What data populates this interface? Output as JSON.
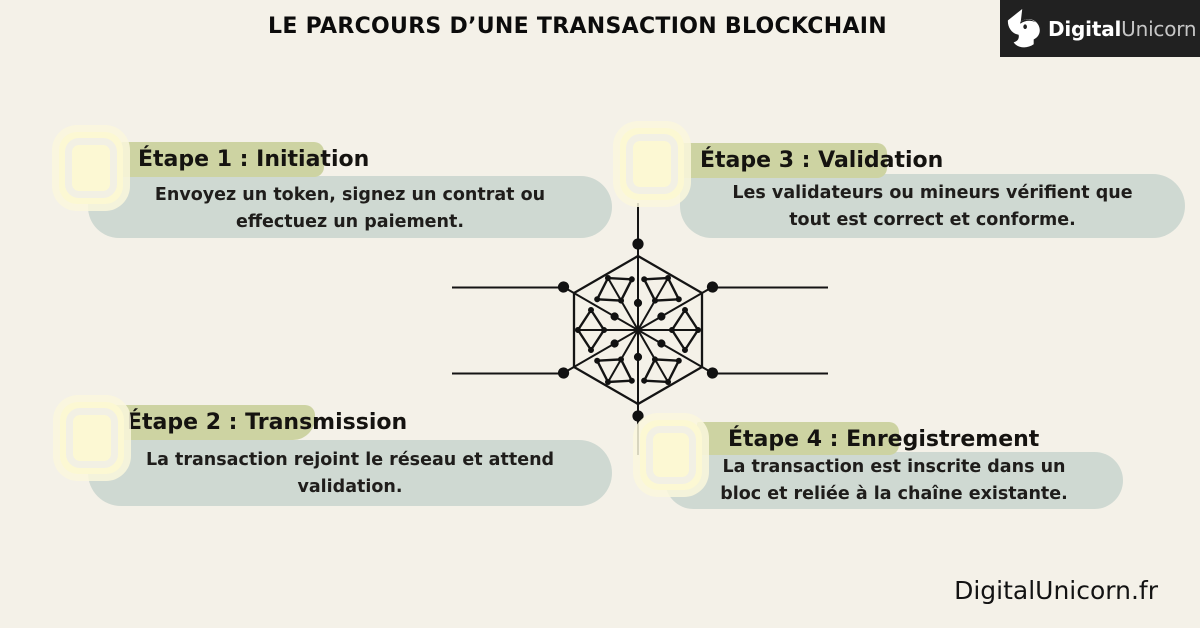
{
  "title": "LE PARCOURS D’UNE TRANSACTION BLOCKCHAIN",
  "brand": {
    "name_bold": "Digital",
    "name_light": "Unicorn",
    "website": "DigitalUnicorn.fr"
  },
  "steps": [
    {
      "heading": "Étape 1 : Initiation",
      "lines": [
        "Envoyez un token, signez un contrat ou",
        "effectuez un paiement."
      ]
    },
    {
      "heading": "Étape 2 : Transmission",
      "lines": [
        "La transaction rejoint le réseau et attend",
        "validation."
      ]
    },
    {
      "heading": "Étape 3 : Validation",
      "lines": [
        "Les validateurs ou mineurs vérifient que",
        "tout est correct et conforme."
      ]
    },
    {
      "heading": "Étape 4 : Enregistrement",
      "lines": [
        "La transaction est inscrite dans un",
        "bloc et reliée à la chaîne existante."
      ]
    }
  ],
  "icons": {
    "center": "blockchain-network-icon",
    "logo": "unicorn-head-icon",
    "step_marker": "rounded-square-marker"
  },
  "colors": {
    "background": "#f4f1e8",
    "heading_highlight": "#cdd3a2",
    "description_band": "#cfd9d2",
    "step_marker_fill": "#fcf8d3",
    "step_marker_ring": "#f2f0e4",
    "logo_background": "#212121",
    "logo_text_primary": "#ffffff",
    "logo_text_secondary": "#c6c6c6",
    "text": "#1d1b1a"
  }
}
